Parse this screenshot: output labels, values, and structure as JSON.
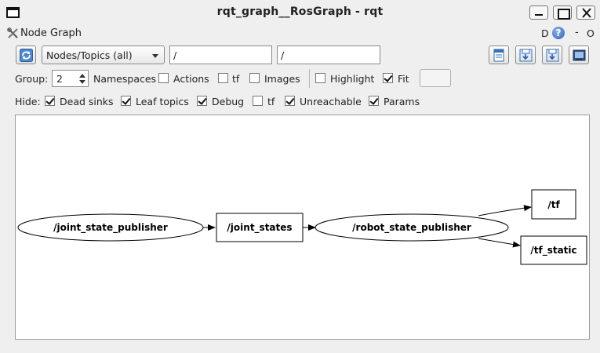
{
  "window": {
    "title": "rqt_graph__RosGraph - rqt"
  },
  "plugin": {
    "title": "Node Graph",
    "help_d": "D",
    "help_q": "?",
    "help_dash": "-",
    "help_o": "O"
  },
  "toolbar": {
    "display_mode": "Nodes/Topics (all)",
    "filter_in": "/",
    "filter_out": "/"
  },
  "group_row": {
    "group_label": "Group:",
    "group_value": "2",
    "namespaces_label": "Namespaces",
    "actions": {
      "label": "Actions",
      "checked": false
    },
    "tf": {
      "label": "tf",
      "checked": false
    },
    "images": {
      "label": "Images",
      "checked": false
    },
    "highlight": {
      "label": "Highlight",
      "checked": false
    },
    "fit": {
      "label": "Fit",
      "checked": true
    }
  },
  "hide_row": {
    "hide_label": "Hide:",
    "dead_sinks": {
      "label": "Dead sinks",
      "checked": true
    },
    "leaf_topics": {
      "label": "Leaf topics",
      "checked": true
    },
    "debug": {
      "label": "Debug",
      "checked": true
    },
    "tf": {
      "label": "tf",
      "checked": false
    },
    "unreachable": {
      "label": "Unreachable",
      "checked": true
    },
    "params": {
      "label": "Params",
      "checked": true
    }
  },
  "graph": {
    "nodes": [
      {
        "id": "n1",
        "kind": "node",
        "label": "/joint_state_publisher"
      },
      {
        "id": "t1",
        "kind": "topic",
        "label": "/joint_states"
      },
      {
        "id": "n2",
        "kind": "node",
        "label": "/robot_state_publisher"
      },
      {
        "id": "t2",
        "kind": "topic",
        "label": "/tf"
      },
      {
        "id": "t3",
        "kind": "topic",
        "label": "/tf_static"
      }
    ],
    "edges": [
      {
        "from": "n1",
        "to": "t1"
      },
      {
        "from": "t1",
        "to": "n2"
      },
      {
        "from": "n2",
        "to": "t2"
      },
      {
        "from": "n2",
        "to": "t3"
      }
    ]
  }
}
